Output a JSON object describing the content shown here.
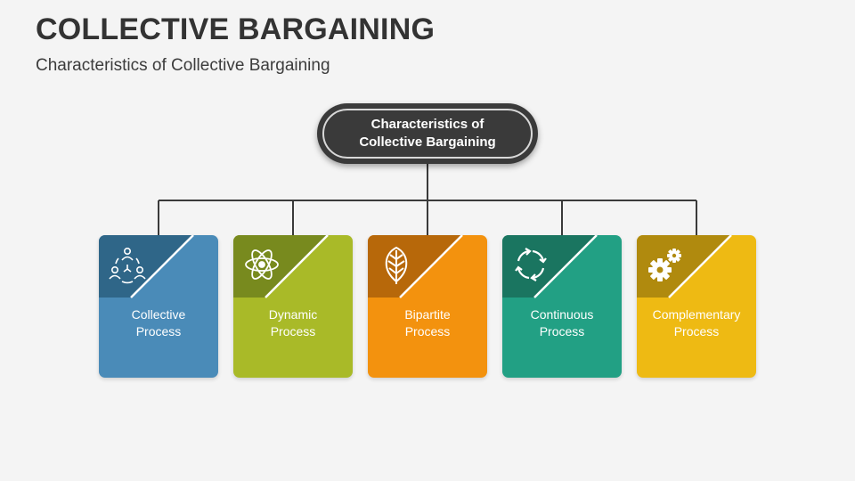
{
  "header": {
    "title": "COLLECTIVE BARGAINING",
    "subtitle": "Characteristics of Collective Bargaining"
  },
  "diagram": {
    "center": {
      "label": "Characteristics of\nCollective Bargaining"
    },
    "items": [
      {
        "label": "Collective\nProcess",
        "icon": "team-cycle-icon",
        "color": "#4a8bb8",
        "accent": "#2f6688"
      },
      {
        "label": "Dynamic\nProcess",
        "icon": "atom-icon",
        "color": "#a9ba28",
        "accent": "#788a1e"
      },
      {
        "label": "Bipartite\nProcess",
        "icon": "leaf-icon",
        "color": "#f3920e",
        "accent": "#b7680a"
      },
      {
        "label": "Continuous\nProcess",
        "icon": "refresh-arrows-icon",
        "color": "#22a084",
        "accent": "#1a7560"
      },
      {
        "label": "Complementary\nProcess",
        "icon": "gears-icon",
        "color": "#eeba13",
        "accent": "#b08a0e"
      }
    ]
  }
}
